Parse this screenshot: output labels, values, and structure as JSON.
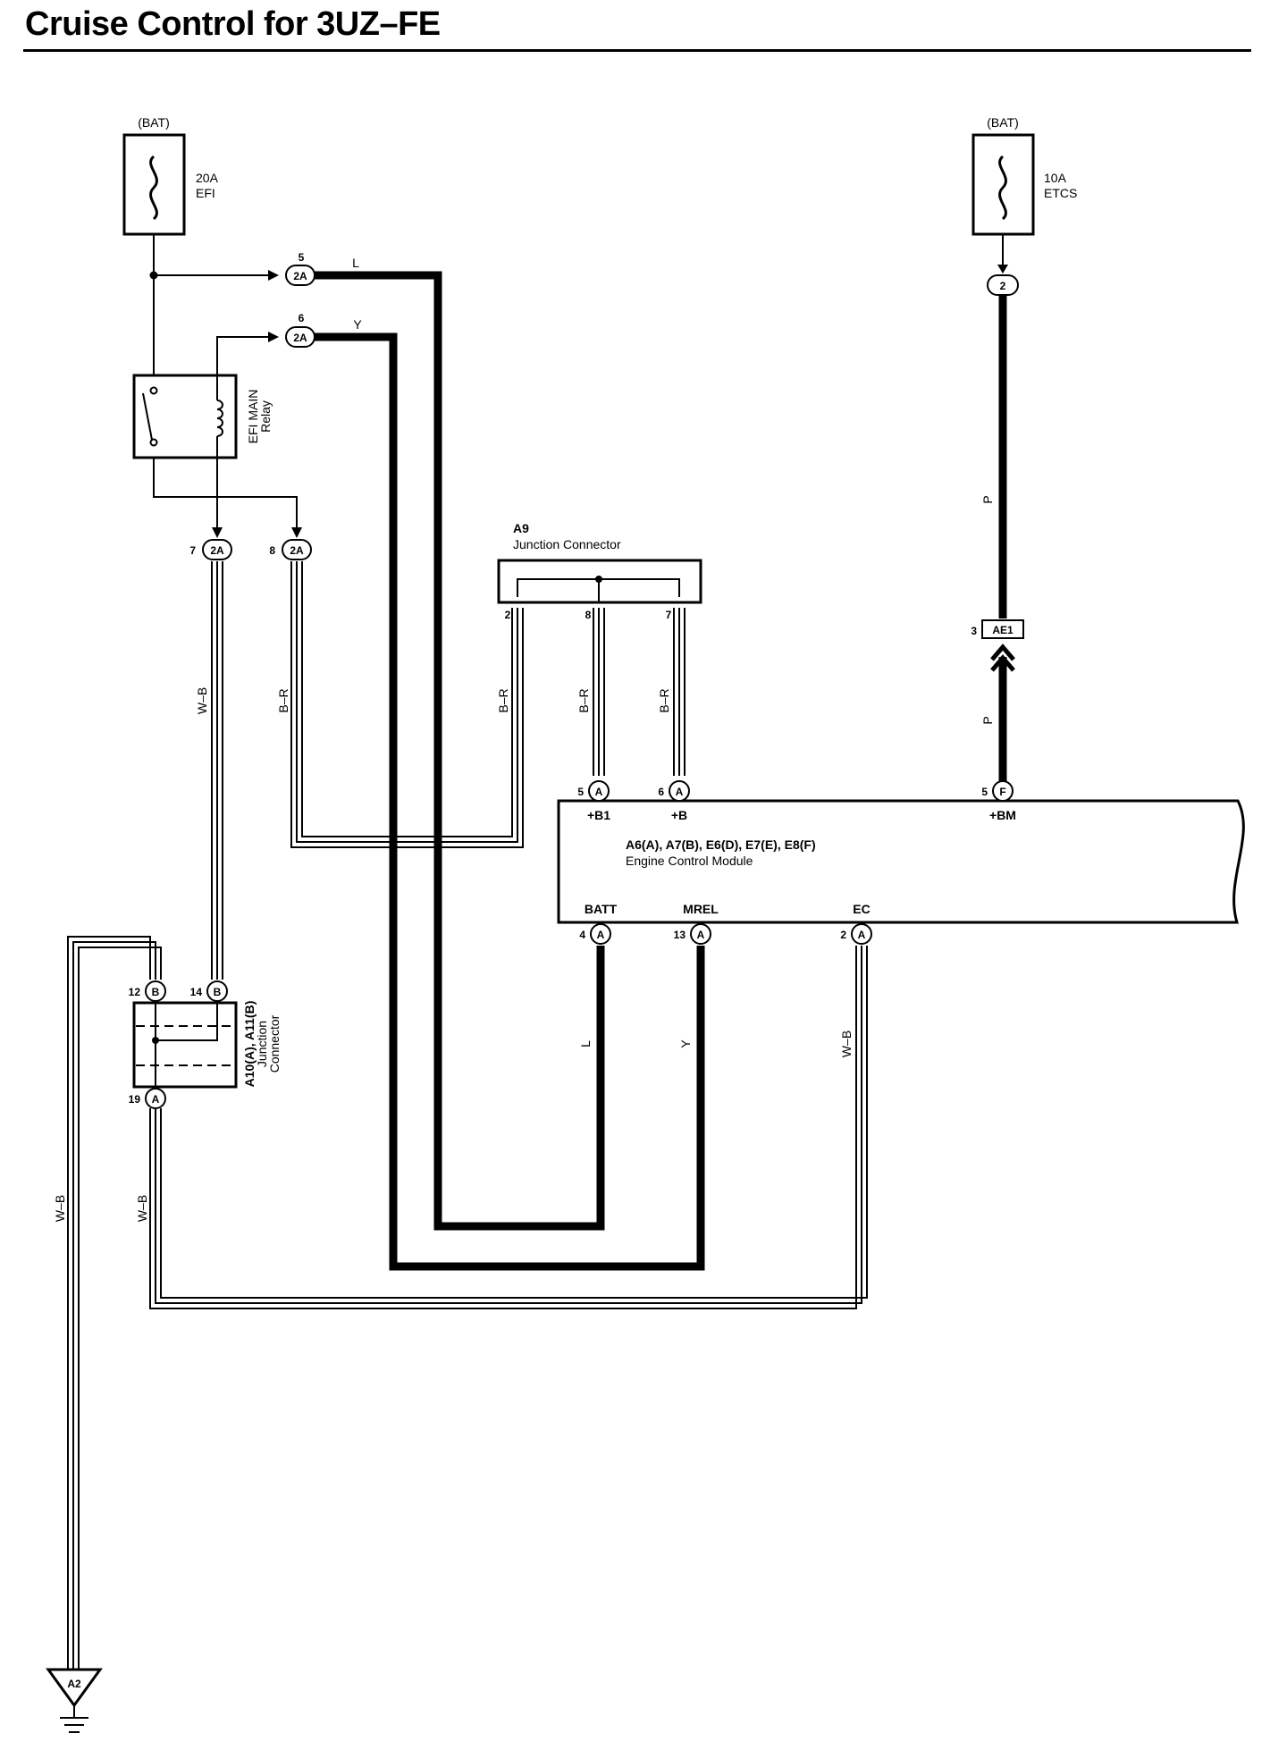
{
  "title": "Cruise Control for 3UZ–FE",
  "fuses": [
    {
      "source": "(BAT)",
      "rating": "20A",
      "name": "EFI"
    },
    {
      "source": "(BAT)",
      "rating": "10A",
      "name": "ETCS"
    }
  ],
  "relay": {
    "line1": "EFI MAIN",
    "line2": "Relay"
  },
  "pins_2A": [
    {
      "num": "5",
      "code": "2A",
      "wire": "L"
    },
    {
      "num": "6",
      "code": "2A",
      "wire": "Y"
    },
    {
      "num": "7",
      "code": "2A"
    },
    {
      "num": "8",
      "code": "2A"
    }
  ],
  "etcs_pin": "2",
  "junction_a9": {
    "code": "A9",
    "name": "Junction Connector",
    "pins": [
      "2",
      "8",
      "7"
    ]
  },
  "ae1": {
    "num": "3",
    "code": "AE1"
  },
  "ecm": {
    "codes": "A6(A), A7(B), E6(D), E7(E), E8(F)",
    "name": "Engine Control Module",
    "top_pins": [
      {
        "num": "5",
        "code": "A",
        "label": "+B1"
      },
      {
        "num": "6",
        "code": "A",
        "label": "+B"
      },
      {
        "num": "5",
        "code": "F",
        "label": "+BM"
      }
    ],
    "bottom_pins": [
      {
        "num": "4",
        "code": "A",
        "label": "BATT"
      },
      {
        "num": "13",
        "code": "A",
        "label": "MREL"
      },
      {
        "num": "2",
        "code": "A",
        "label": "EC"
      }
    ]
  },
  "junction_a10": {
    "codes": "A10(A), A11(B)",
    "line1": "Junction",
    "line2": "Connector",
    "pins": [
      {
        "num": "12",
        "code": "B"
      },
      {
        "num": "14",
        "code": "B"
      },
      {
        "num": "19",
        "code": "A"
      }
    ]
  },
  "wire_colors": {
    "wb": "W–B",
    "br": "B–R",
    "p": "P",
    "l": "L",
    "y": "Y"
  },
  "ground": "A2"
}
